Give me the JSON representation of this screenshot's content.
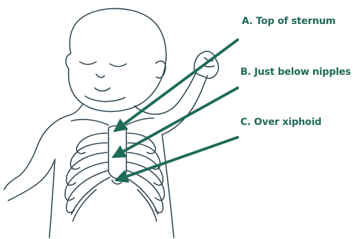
{
  "colors": {
    "arrow": "#1e6b58",
    "label": "#1e6b58",
    "outline": "#2f4450",
    "skin": "#ffffff"
  },
  "labels": {
    "a": "A. Top of sternum",
    "b": "B. Just below nipples",
    "c": "C. Over xiphoid"
  },
  "icons": {
    "figure": "infant-torso-with-ribcage-illustration"
  }
}
